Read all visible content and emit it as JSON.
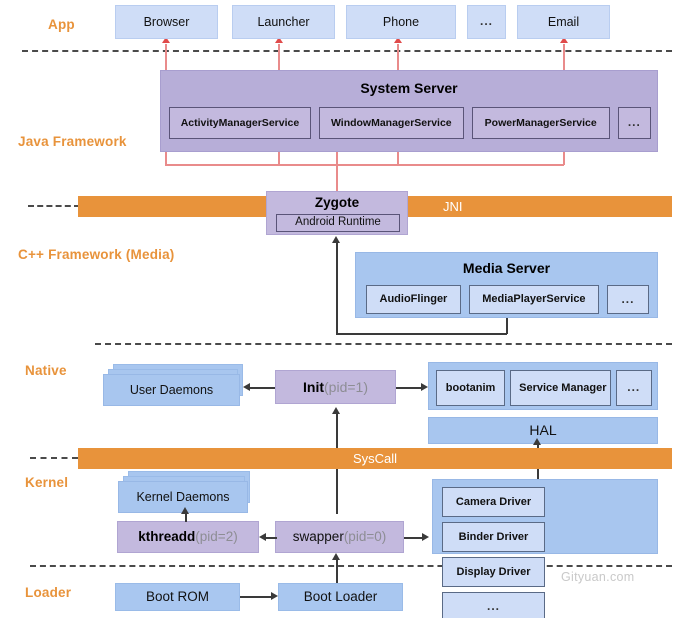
{
  "diagram": {
    "watermark": "Gityuan.com",
    "layers": [
      {
        "id": "app",
        "label": "App"
      },
      {
        "id": "java",
        "label": "Java Framework"
      },
      {
        "id": "cpp",
        "label": "C++ Framework (Media)"
      },
      {
        "id": "native",
        "label": "Native"
      },
      {
        "id": "kernel",
        "label": "Kernel"
      },
      {
        "id": "loader",
        "label": "Loader"
      }
    ],
    "app_layer": {
      "apps": [
        {
          "label": "Browser"
        },
        {
          "label": "Launcher"
        },
        {
          "label": "Phone"
        },
        {
          "label": "..."
        },
        {
          "label": "Email"
        }
      ]
    },
    "java_layer": {
      "system_server": {
        "title": "System Server",
        "services": [
          {
            "label": "ActivityManagerService"
          },
          {
            "label": "WindowManagerService"
          },
          {
            "label": "PowerManagerService"
          },
          {
            "label": "..."
          }
        ]
      }
    },
    "jni_bar": {
      "label": "JNI",
      "zygote": {
        "title": "Zygote",
        "runtime": "Android Runtime"
      }
    },
    "media_layer": {
      "media_server": {
        "title": "Media Server",
        "services": [
          {
            "label": "AudioFlinger"
          },
          {
            "label": "MediaPlayerService"
          },
          {
            "label": "..."
          }
        ]
      }
    },
    "native_layer": {
      "user_daemons": {
        "label": "User Daemons"
      },
      "init": {
        "name": "Init",
        "pid": "(pid=1)"
      },
      "native_services": [
        {
          "label": "bootanim"
        },
        {
          "label": "Service Manager"
        },
        {
          "label": "..."
        }
      ],
      "hal": {
        "label": "HAL"
      }
    },
    "syscall_bar": {
      "label": "SysCall"
    },
    "kernel_layer": {
      "kernel_daemons": {
        "label": "Kernel Daemons"
      },
      "kthreadd": {
        "name": "kthreadd",
        "pid": "(pid=2)"
      },
      "swapper": {
        "name": "swapper",
        "pid": "(pid=0)"
      },
      "drivers": [
        {
          "label": "Camera Driver"
        },
        {
          "label": "Binder Driver"
        },
        {
          "label": "Display Driver"
        },
        {
          "label": "..."
        }
      ]
    },
    "loader_layer": {
      "boot_rom": {
        "label": "Boot  ROM"
      },
      "boot_loader": {
        "label": "Boot Loader"
      }
    },
    "colors": {
      "accent_orange": "#E8933B",
      "app_blue": "#cfddf7",
      "panel_blue": "#a8c6ef",
      "panel_purple": "#b7aed8",
      "red_arrow": "#e04a4a"
    }
  }
}
